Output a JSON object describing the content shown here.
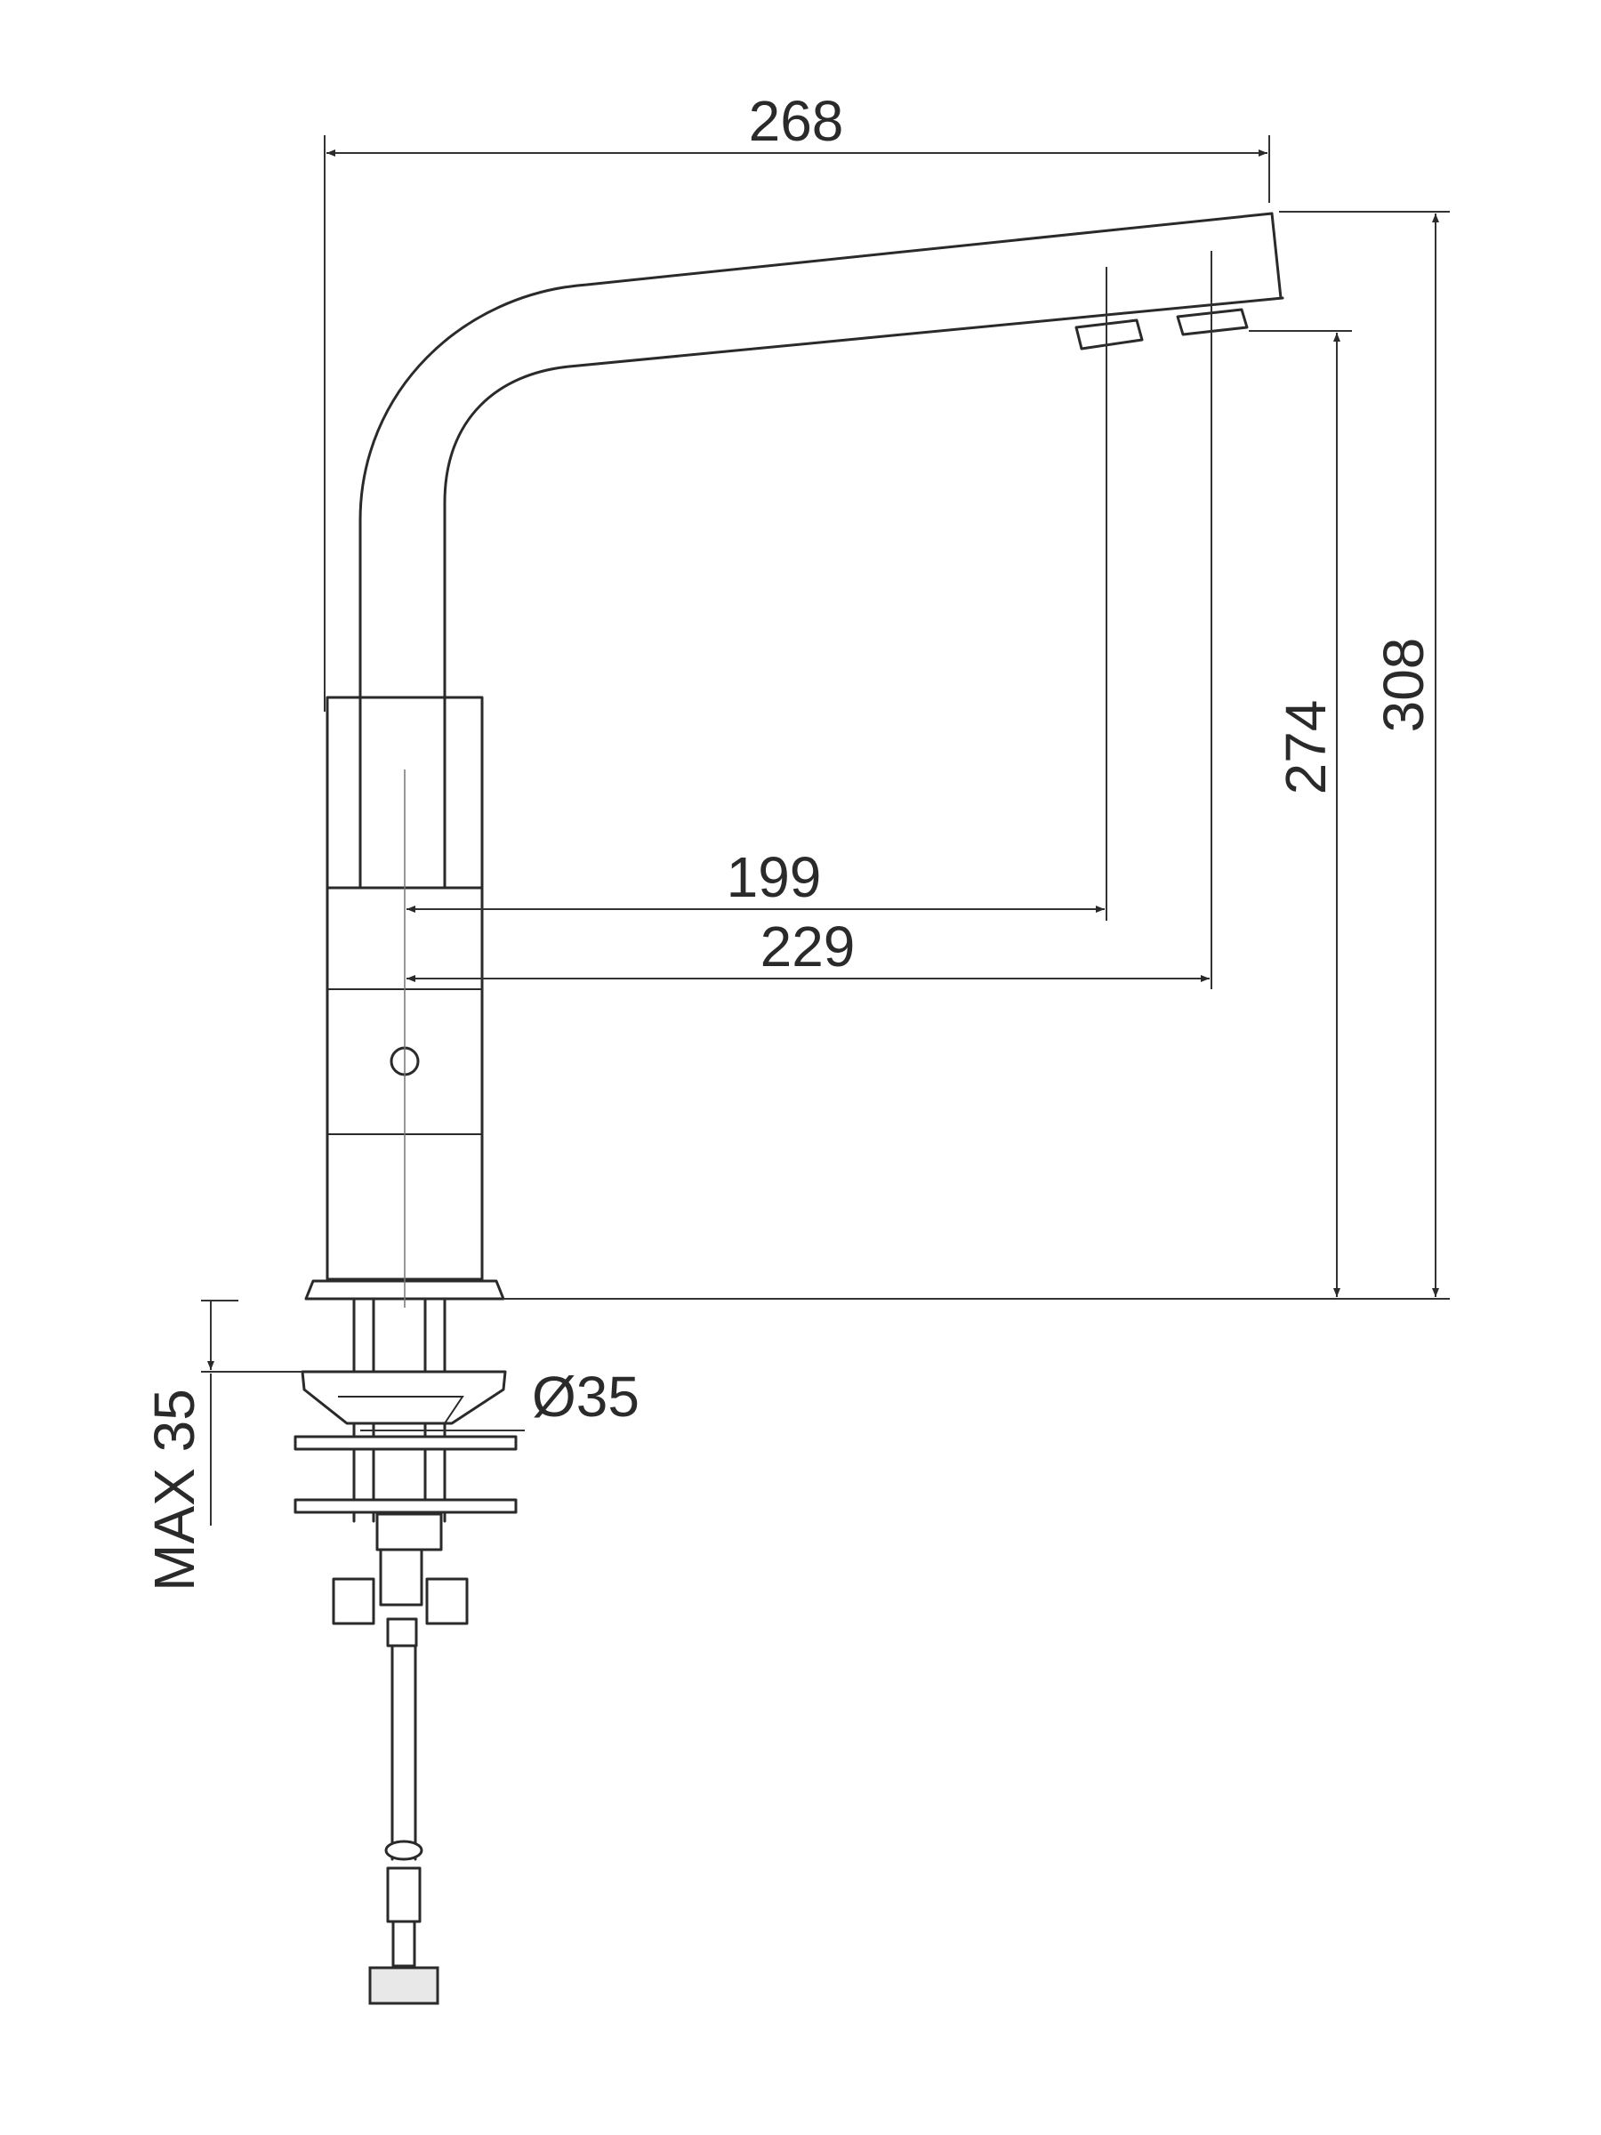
{
  "drawing": {
    "subject": "kitchen faucet side elevation",
    "dimensions": {
      "overall_reach": "268",
      "overall_height": "308",
      "outlet_height": "274",
      "outlet1_reach": "199",
      "outlet2_reach": "229",
      "mount_hole": "Ø35",
      "max_deck": "MAX 35"
    }
  }
}
